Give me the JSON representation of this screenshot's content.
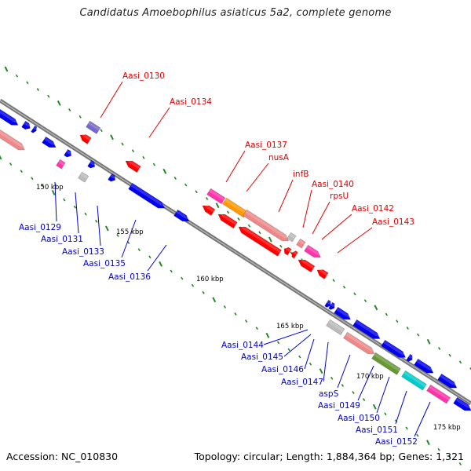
{
  "title": "Candidatus Amoebophilus asiaticus 5a2, complete genome",
  "footer": {
    "accession": "Accession: NC_010830",
    "summary": "Topology: circular; Length: 1,884,364 bp; Genes: 1,321"
  },
  "ticks": [
    "150 kbp",
    "155 kbp",
    "160 kbp",
    "165 kbp",
    "170 kbp",
    "175 kbp"
  ],
  "labels_forward": [
    "Aasi_0130",
    "Aasi_0134",
    "Aasi_0137",
    "nusA",
    "infB",
    "Aasi_0140",
    "rpsU",
    "Aasi_0142",
    "Aasi_0143"
  ],
  "labels_reverse": [
    "Aasi_0129",
    "Aasi_0131",
    "Aasi_0133",
    "Aasi_0135",
    "Aasi_0136",
    "Aasi_0144",
    "Aasi_0145",
    "Aasi_0146",
    "Aasi_0147",
    "aspS",
    "Aasi_0149",
    "Aasi_0150",
    "Aasi_0151",
    "Aasi_0152"
  ],
  "colors": {
    "forward_label": "#e00000",
    "reverse_label": "#0000cc",
    "red_gene": "#ff0000",
    "blue_gene": "#0000ee",
    "pink_gene": "#ee8888",
    "magenta_gene": "#ff33aa",
    "orange_gene": "#ff9900",
    "olive_gene": "#669933",
    "cyan_gene": "#00cccc",
    "purple_gene": "#7766cc",
    "gray_gene": "#bbbbbb",
    "backbone": "#888888",
    "tick_mark": "#228822"
  }
}
